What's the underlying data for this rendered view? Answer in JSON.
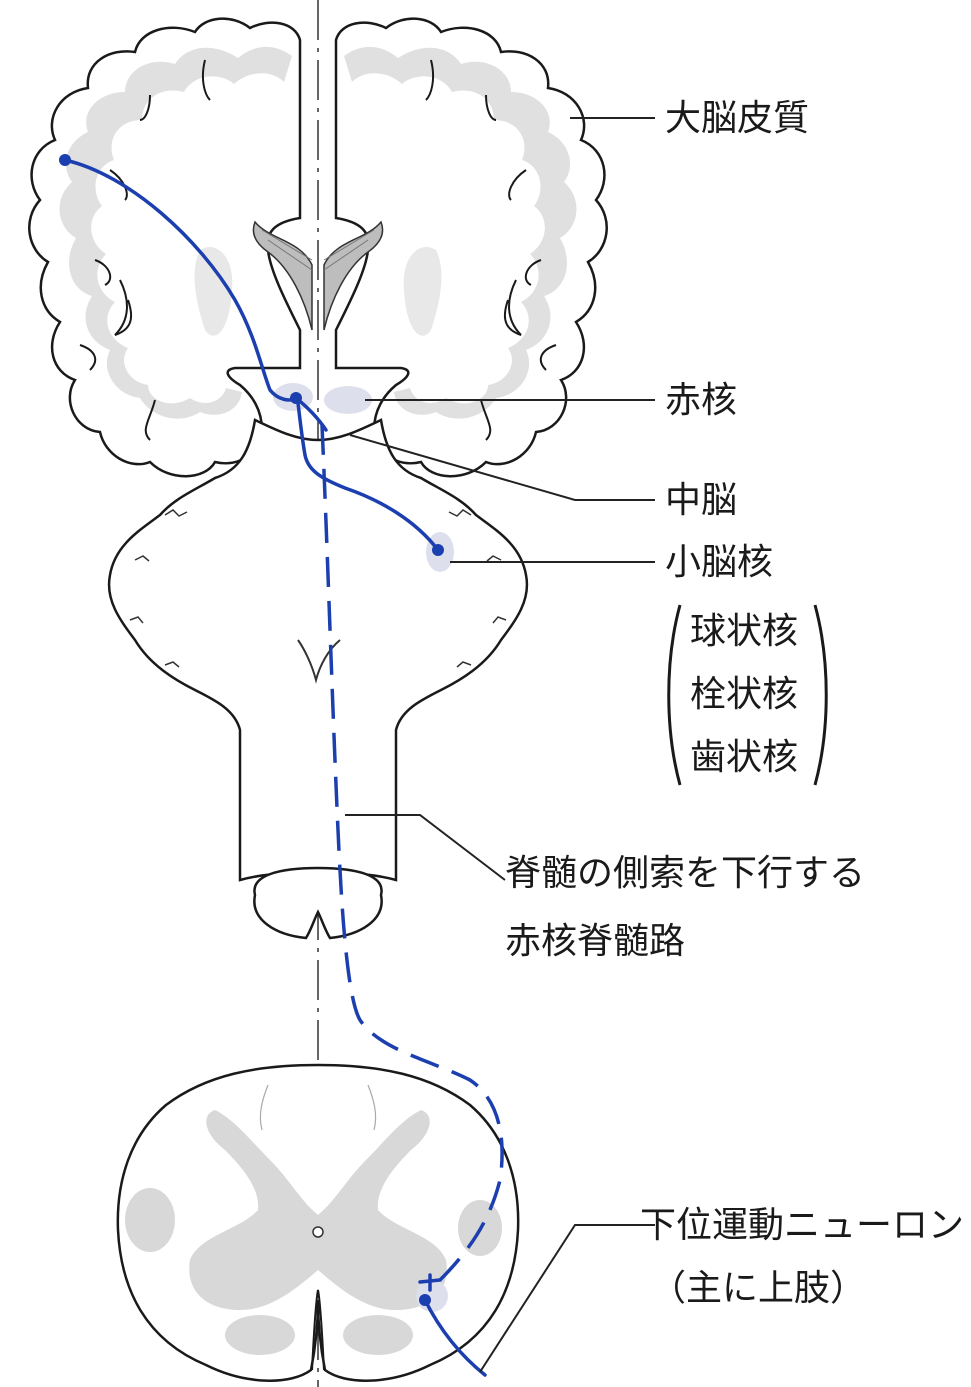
{
  "labels": {
    "cerebral_cortex": "大脳皮質",
    "red_nucleus": "赤核",
    "midbrain": "中脳",
    "cerebellar_nuclei": "小脳核",
    "globose_nucleus": "球状核",
    "emboliform_nucleus": "栓状核",
    "dentate_nucleus": "歯状核",
    "tract_line1": "脊髄の側索を下行する",
    "tract_line2": "赤核脊髄路",
    "lower_motor_neuron": "下位運動ニューロン",
    "upper_limb_note": "（主に上肢）"
  },
  "colors": {
    "tract": "#1c3fb0",
    "gray_matter": "#d8d8d8",
    "outline": "#1a1a1a"
  }
}
